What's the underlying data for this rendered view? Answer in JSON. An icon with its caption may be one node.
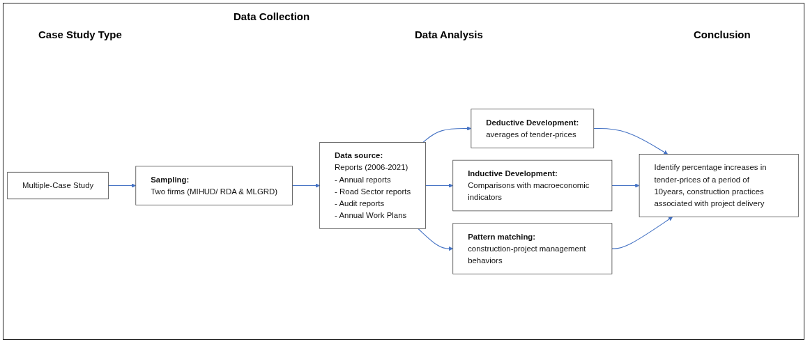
{
  "diagram": {
    "nodes": [
      {
        "text": [
          "Multiple-Case Study"
        ]
      },
      {
        "text": [
          "Sampling:",
          "Two firms (MIHUD/ RDA & MLGRD)"
        ]
      },
      {
        "text": [
          "Data source:",
          "Reports (2006-2021)",
          "- Annual reports",
          "- Road Sector reports",
          "- Audit reports",
          "- Annual Work Plans"
        ]
      },
      {
        "text": [
          "Deductive Development:",
          "averages of tender-prices"
        ]
      },
      {
        "text": [
          "Inductive Development:",
          "Comparisons with macroeconomic indicators"
        ]
      },
      {
        "text": [
          "Pattern matching:",
          "construction-project management behaviors"
        ]
      },
      {
        "text": [
          "Identify percentage increases in tender-prices of a period of 10years, construction practices associated with project delivery"
        ]
      }
    ],
    "edges": [
      {
        "from": 0,
        "to": 1,
        "arrow": "to"
      },
      {
        "from": 1,
        "to": 2,
        "arrow": "to"
      },
      {
        "from": 2,
        "to": 3,
        "arrow": "to"
      },
      {
        "from": 2,
        "to": 4,
        "arrow": "to"
      },
      {
        "from": 2,
        "to": 5,
        "arrow": "to"
      },
      {
        "from": 3,
        "to": 6,
        "arrow": "to"
      },
      {
        "from": 4,
        "to": 6,
        "arrow": "to"
      },
      {
        "from": 5,
        "to": 6,
        "arrow": "to"
      }
    ],
    "labels": [
      "Data Collection",
      "Case Study Type",
      "Data Analysis",
      "Conclusion"
    ]
  }
}
